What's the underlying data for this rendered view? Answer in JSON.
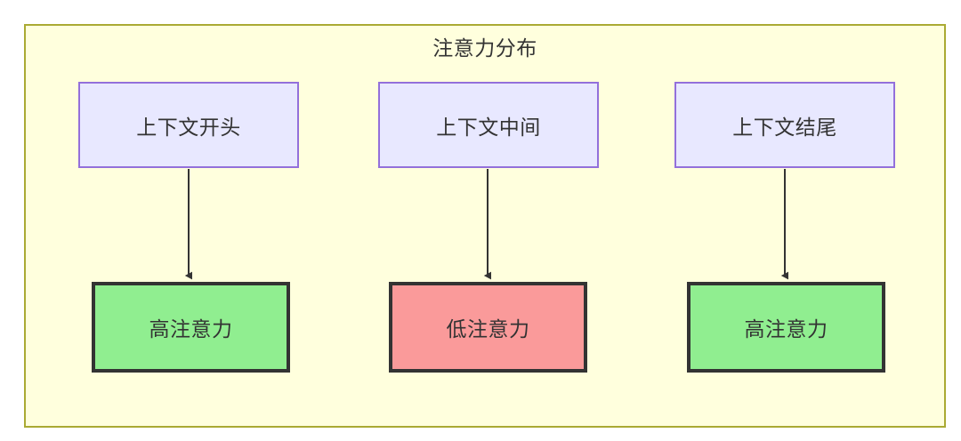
{
  "diagram": {
    "title": "注意力分布",
    "background_color": "#ffffdd",
    "border_color": "#aaaa33",
    "nodes": [
      {
        "id": "context-start",
        "label": "上下文开头",
        "group": "source",
        "fill": "#e8e8ff",
        "stroke": "#9370db"
      },
      {
        "id": "context-middle",
        "label": "上下文中间",
        "group": "source",
        "fill": "#e8e8ff",
        "stroke": "#9370db"
      },
      {
        "id": "context-end",
        "label": "上下文结尾",
        "group": "source",
        "fill": "#e8e8ff",
        "stroke": "#9370db"
      },
      {
        "id": "high-attention-start",
        "label": "高注意力",
        "group": "result",
        "fill": "#90ee90",
        "stroke": "#333333"
      },
      {
        "id": "low-attention-middle",
        "label": "低注意力",
        "group": "result",
        "fill": "#fa9a9a",
        "stroke": "#333333"
      },
      {
        "id": "high-attention-end",
        "label": "高注意力",
        "group": "result",
        "fill": "#90ee90",
        "stroke": "#333333"
      }
    ],
    "edges": [
      {
        "from": "context-start",
        "to": "high-attention-start"
      },
      {
        "from": "context-middle",
        "to": "low-attention-middle"
      },
      {
        "from": "context-end",
        "to": "high-attention-end"
      }
    ]
  }
}
